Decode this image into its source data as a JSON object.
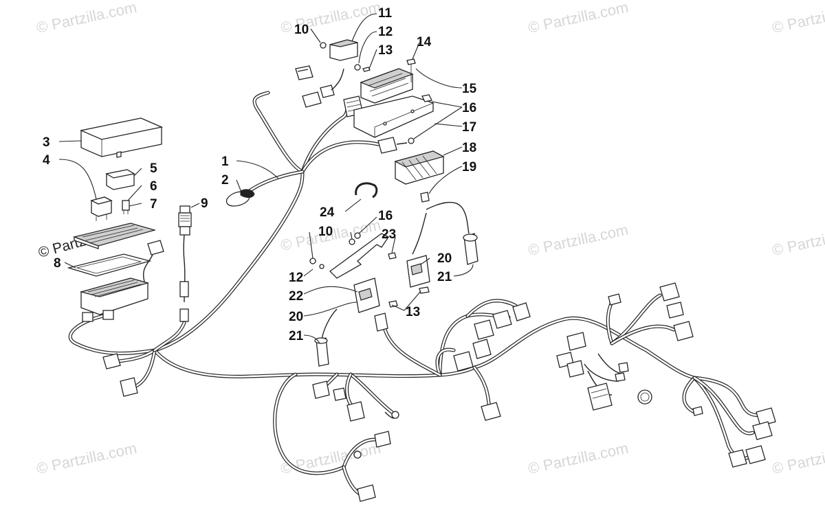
{
  "watermark": "© Partzilla.com",
  "callouts": [
    {
      "id": "c1",
      "label": "1"
    },
    {
      "id": "c2",
      "label": "2"
    },
    {
      "id": "c3",
      "label": "3"
    },
    {
      "id": "c4",
      "label": "4"
    },
    {
      "id": "c5",
      "label": "5"
    },
    {
      "id": "c6",
      "label": "6"
    },
    {
      "id": "c7",
      "label": "7"
    },
    {
      "id": "c8",
      "label": "8"
    },
    {
      "id": "c9",
      "label": "9"
    },
    {
      "id": "c10a",
      "label": "10"
    },
    {
      "id": "c10b",
      "label": "10"
    },
    {
      "id": "c11",
      "label": "11"
    },
    {
      "id": "c12a",
      "label": "12"
    },
    {
      "id": "c12b",
      "label": "12"
    },
    {
      "id": "c13a",
      "label": "13"
    },
    {
      "id": "c13b",
      "label": "13"
    },
    {
      "id": "c14",
      "label": "14"
    },
    {
      "id": "c15",
      "label": "15"
    },
    {
      "id": "c16a",
      "label": "16"
    },
    {
      "id": "c16b",
      "label": "16"
    },
    {
      "id": "c17",
      "label": "17"
    },
    {
      "id": "c18",
      "label": "18"
    },
    {
      "id": "c19",
      "label": "19"
    },
    {
      "id": "c20a",
      "label": "20"
    },
    {
      "id": "c20b",
      "label": "20"
    },
    {
      "id": "c21a",
      "label": "21"
    },
    {
      "id": "c21b",
      "label": "21"
    },
    {
      "id": "c22",
      "label": "22"
    },
    {
      "id": "c23",
      "label": "23"
    },
    {
      "id": "c24",
      "label": "24"
    }
  ]
}
